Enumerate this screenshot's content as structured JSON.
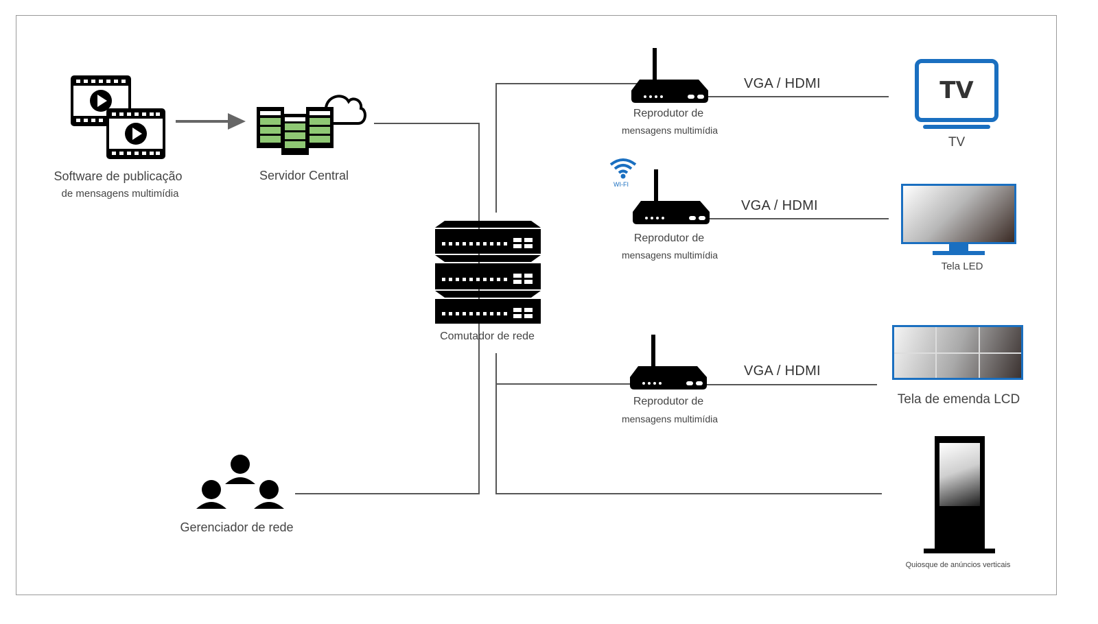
{
  "software": {
    "line1": "Software de publicação",
    "line2": "de mensagens multimídia"
  },
  "server": {
    "label": "Servidor Central"
  },
  "switch": {
    "label": "Comutador de rede"
  },
  "manager": {
    "label": "Gerenciador de rede"
  },
  "players": [
    {
      "line1": "Reprodutor de",
      "line2": "mensagens multimídia",
      "connection": "VGA / HDMI"
    },
    {
      "line1": "Reprodutor de",
      "line2": "mensagens multimídia",
      "connection": "VGA / HDMI",
      "wifi": "WI-FI"
    },
    {
      "line1": "Reprodutor de",
      "line2": "mensagens multimídia",
      "connection": "VGA / HDMI"
    }
  ],
  "displays": {
    "tv": {
      "screen_text": "TV",
      "label": "TV"
    },
    "led": {
      "label": "Tela LED"
    },
    "lcd": {
      "label": "Tela de emenda LCD"
    },
    "kiosk": {
      "label": "Quiosque de anúncios verticais"
    }
  },
  "colors": {
    "accent_blue": "#1a6fc0",
    "server_green": "#8fc874",
    "line": "#555555"
  }
}
